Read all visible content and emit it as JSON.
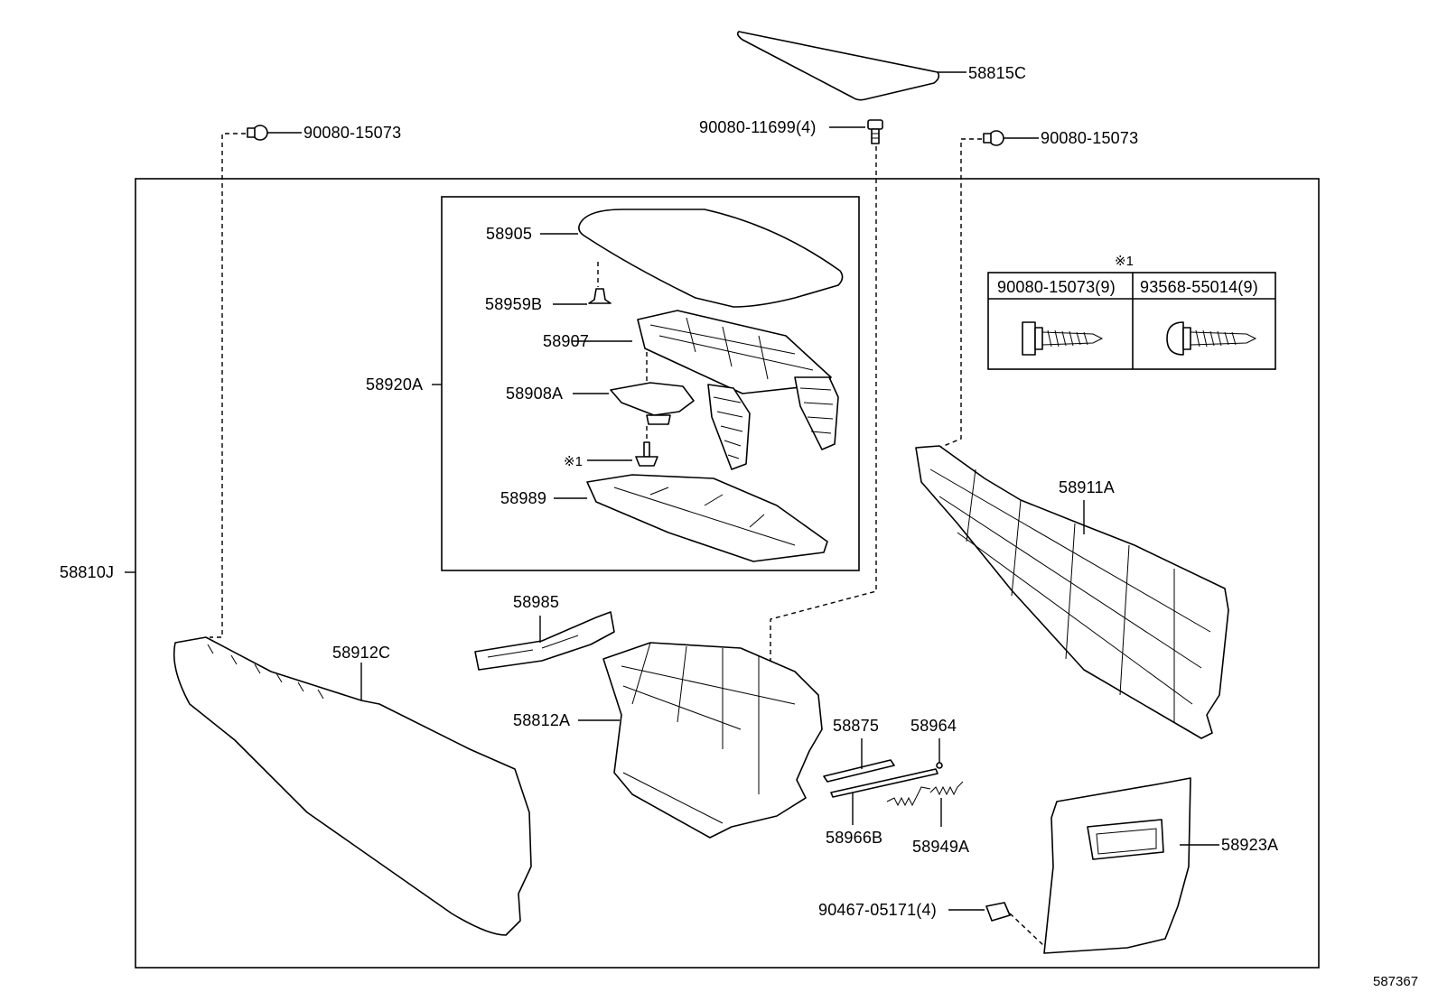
{
  "labels": {
    "p58815C": "58815C",
    "p90080_11699": "90080-11699(4)",
    "p90080_15073_left": "90080-15073",
    "p90080_15073_right": "90080-15073",
    "p58905": "58905",
    "p58959B": "58959B",
    "p58907": "58907",
    "p58920A": "58920A",
    "p58908A": "58908A",
    "p_note1": "※1",
    "p58989": "58989",
    "p58911A": "58911A",
    "p58810J": "58810J",
    "p58985": "58985",
    "p58912C": "58912C",
    "p58812A": "58812A",
    "p58875": "58875",
    "p58964": "58964",
    "p58966B": "58966B",
    "p58949A": "58949A",
    "p58923A": "58923A",
    "p90467_05171": "90467-05171(4)",
    "diagram_id": "587367"
  },
  "fastener_table": {
    "note": "※1",
    "col1": "90080-15073(9)",
    "col2": "93568-55014(9)"
  }
}
